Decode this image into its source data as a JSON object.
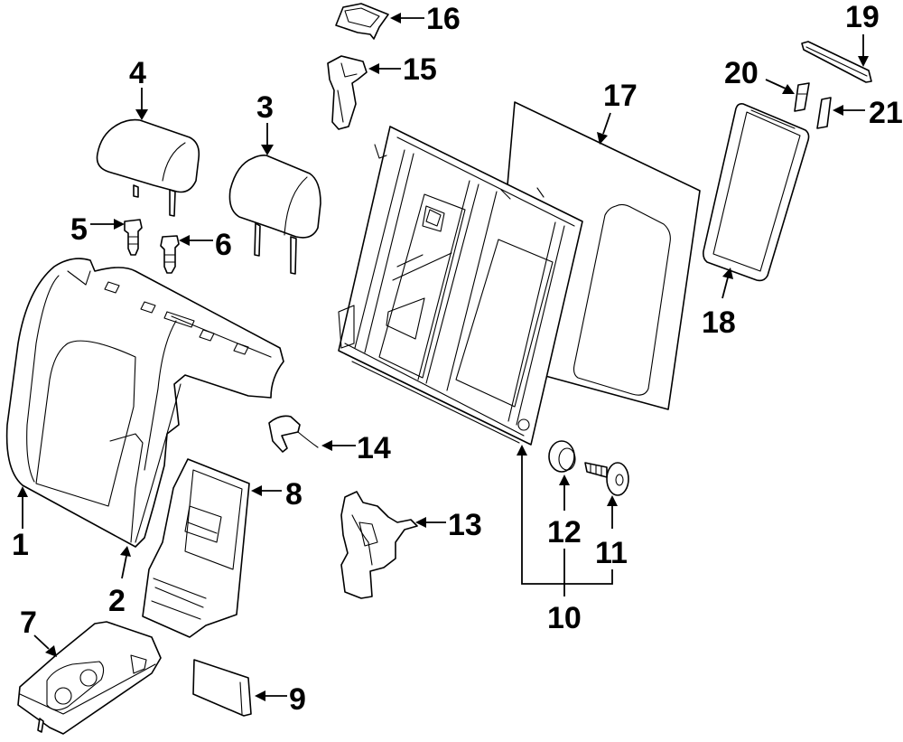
{
  "diagram": {
    "type": "exploded parts diagram",
    "subject": "Rear seat back components",
    "background_color": "#ffffff",
    "line_color": "#000000",
    "callouts": [
      {
        "number": "1",
        "part": "seat-back-cover-left"
      },
      {
        "number": "2",
        "part": "seat-back-cover-trim"
      },
      {
        "number": "3",
        "part": "headrest-right"
      },
      {
        "number": "4",
        "part": "headrest-left"
      },
      {
        "number": "5",
        "part": "headrest-guide-left"
      },
      {
        "number": "6",
        "part": "headrest-guide-right"
      },
      {
        "number": "7",
        "part": "armrest-with-cupholder"
      },
      {
        "number": "8",
        "part": "armrest-frame"
      },
      {
        "number": "9",
        "part": "armrest-cap"
      },
      {
        "number": "10",
        "part": "seat-back-frame-assembly"
      },
      {
        "number": "11",
        "part": "pivot-bolt"
      },
      {
        "number": "12",
        "part": "pivot-bushing"
      },
      {
        "number": "13",
        "part": "latch-assembly"
      },
      {
        "number": "14",
        "part": "release-cable"
      },
      {
        "number": "15",
        "part": "latch-release-handle"
      },
      {
        "number": "16",
        "part": "handle-bezel"
      },
      {
        "number": "17",
        "part": "seat-back-panel"
      },
      {
        "number": "18",
        "part": "pass-through-frame"
      },
      {
        "number": "19",
        "part": "pass-through-trim-strip"
      },
      {
        "number": "20",
        "part": "pass-through-clip-left"
      },
      {
        "number": "21",
        "part": "pass-through-clip-right"
      }
    ]
  }
}
